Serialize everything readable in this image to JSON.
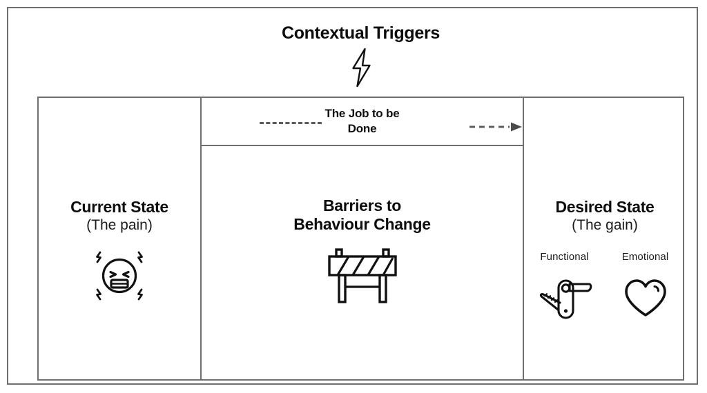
{
  "diagram": {
    "trigger": {
      "title": "Contextual Triggers",
      "icon": "lightning-bolt-icon"
    },
    "middle": {
      "jtbd": {
        "line1": "The Job to be",
        "line2": "Done",
        "dash_left": "dashed-line",
        "arrow_right": "dashed-arrow-right-icon"
      },
      "heading_line1": "Barriers to",
      "heading_line2": "Behaviour Change",
      "icon": "road-barrier-icon"
    },
    "current_state": {
      "heading": "Current State",
      "subheading": "(The pain)",
      "icon": "stressed-face-icon"
    },
    "desired_state": {
      "heading": "Desired State",
      "subheading": "(The gain)",
      "gains": [
        {
          "label": "Functional",
          "icon": "swiss-army-knife-icon"
        },
        {
          "label": "Emotional",
          "icon": "heart-icon"
        }
      ]
    },
    "colors": {
      "border": "#6f6f6f",
      "ink": "#0d0d0d",
      "dash": "#5c5c5c",
      "background": "#ffffff"
    }
  }
}
